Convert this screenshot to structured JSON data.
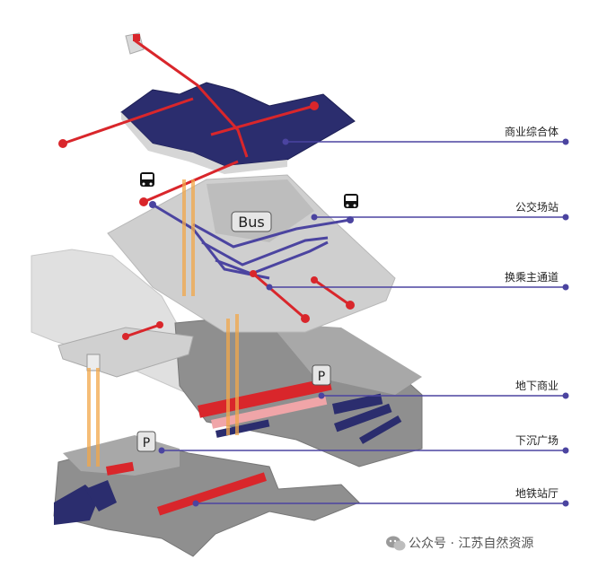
{
  "labels": {
    "commercial_complex": "商业综合体",
    "bus_station": "公交场站",
    "transfer_corridor": "换乘主通道",
    "underground_commerce": "地下商业",
    "sunken_plaza": "下沉广场",
    "metro_hall": "地铁站厅"
  },
  "signs": {
    "bus_text": "Bus",
    "parking_1": "P",
    "parking_2": "P"
  },
  "watermark": {
    "text": "公众号 · 江苏自然资源",
    "icon": "wechat-icon"
  },
  "icons": [
    "bus-icon",
    "bus-icon",
    "parking-icon",
    "wechat-icon"
  ],
  "colors": {
    "navy": "#2b2d6e",
    "red": "#d9262b",
    "purple": "#4b44a0",
    "orange": "#f2a74a",
    "grey_dark": "#7b7b7b",
    "grey_light": "#d6d6d6",
    "pink": "#f0a5a8"
  }
}
